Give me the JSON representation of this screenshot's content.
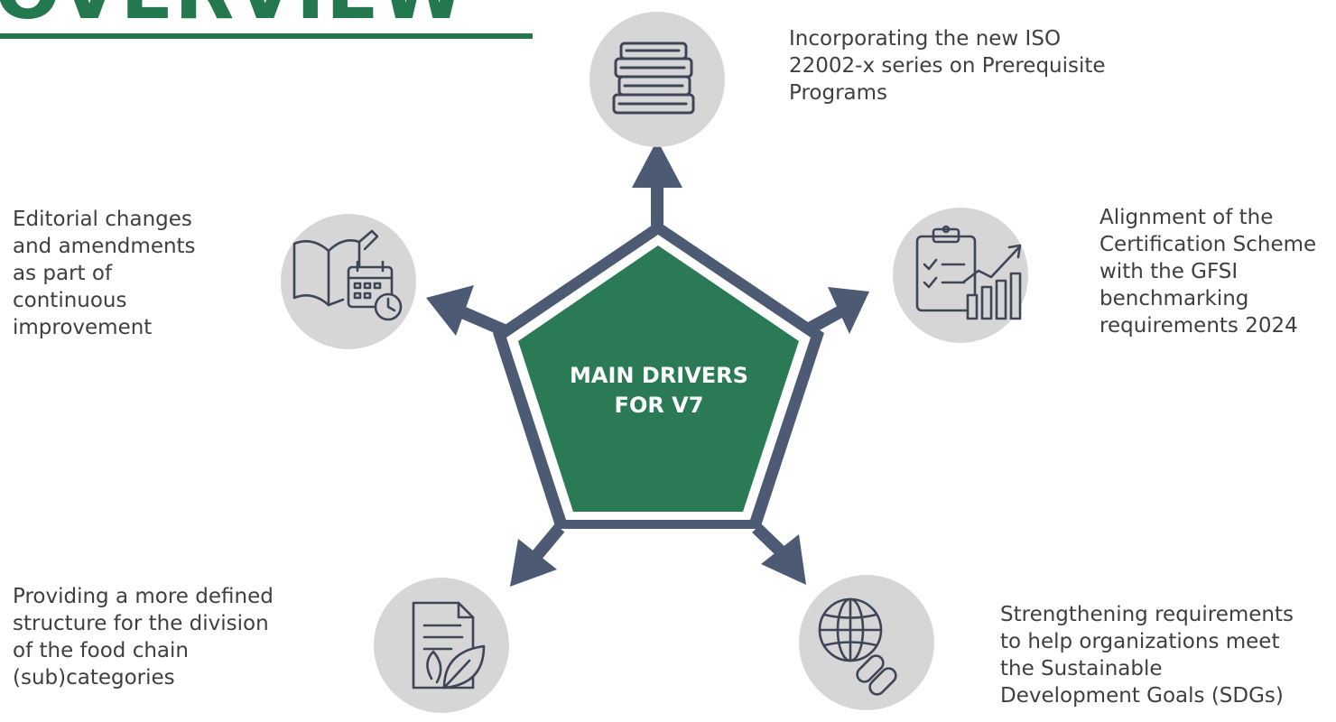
{
  "page": {
    "title": "OVERVIEW"
  },
  "center": {
    "label": "MAIN DRIVERS\nFOR V7"
  },
  "colors": {
    "brand_green": "#23784e",
    "pentagon_fill": "#2a7a55",
    "arrow_navy": "#4d5a73",
    "icon_circle": "#d6d6d6",
    "icon_stroke": "#3d4557",
    "text": "#3f3f3f"
  },
  "drivers": [
    {
      "icon": "books-icon",
      "text": "Incorporating the new ISO\n22002-x series on Prerequisite\nPrograms"
    },
    {
      "icon": "clipboard-chart-icon",
      "text": "Alignment of the\nCertification Scheme\nwith the GFSI\nbenchmarking\nrequirements 2024"
    },
    {
      "icon": "globe-link-icon",
      "text": "Strengthening requirements\nto help organizations meet\nthe Sustainable\nDevelopment Goals (SDGs)"
    },
    {
      "icon": "document-leaf-icon",
      "text": "Providing a more defined\nstructure for the division\nof the food chain\n(sub)categories"
    },
    {
      "icon": "book-calendar-icon",
      "text": "Editorial changes\nand amendments\nas part of\ncontinuous\nimprovement"
    }
  ]
}
